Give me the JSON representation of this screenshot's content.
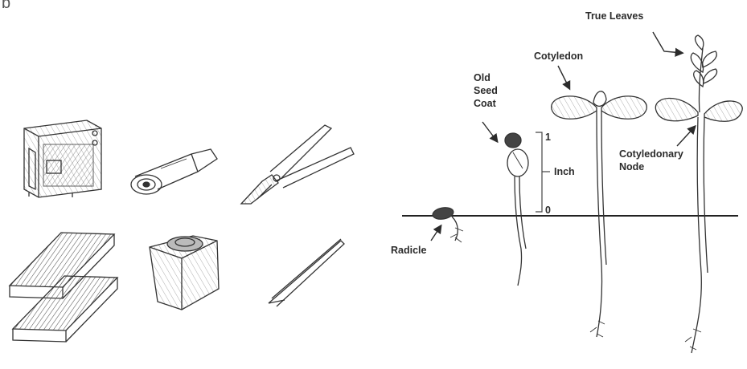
{
  "figure": {
    "panel_letter": "b",
    "labels": {
      "true_leaves": "True Leaves",
      "cotyledon": "Cotyledon",
      "old_seed_coat": [
        "Old",
        "Seed",
        "Coat"
      ],
      "scale_top": "1",
      "scale_unit": "Inch",
      "scale_bottom": "0",
      "cotyledonary_node": [
        "Cotyledonary",
        "Node"
      ],
      "radicle": "Radicle"
    },
    "tools": [
      {
        "name": "germinator"
      },
      {
        "name": "magnifier"
      },
      {
        "name": "pruning-shears"
      },
      {
        "name": "seed-trays"
      },
      {
        "name": "seed-counter"
      },
      {
        "name": "tweezers"
      }
    ],
    "stages": [
      {
        "name": "radicle-emergence"
      },
      {
        "name": "hypocotyl-with-seed-coat"
      },
      {
        "name": "cotyledon-stage"
      },
      {
        "name": "first-true-leaves"
      }
    ]
  }
}
